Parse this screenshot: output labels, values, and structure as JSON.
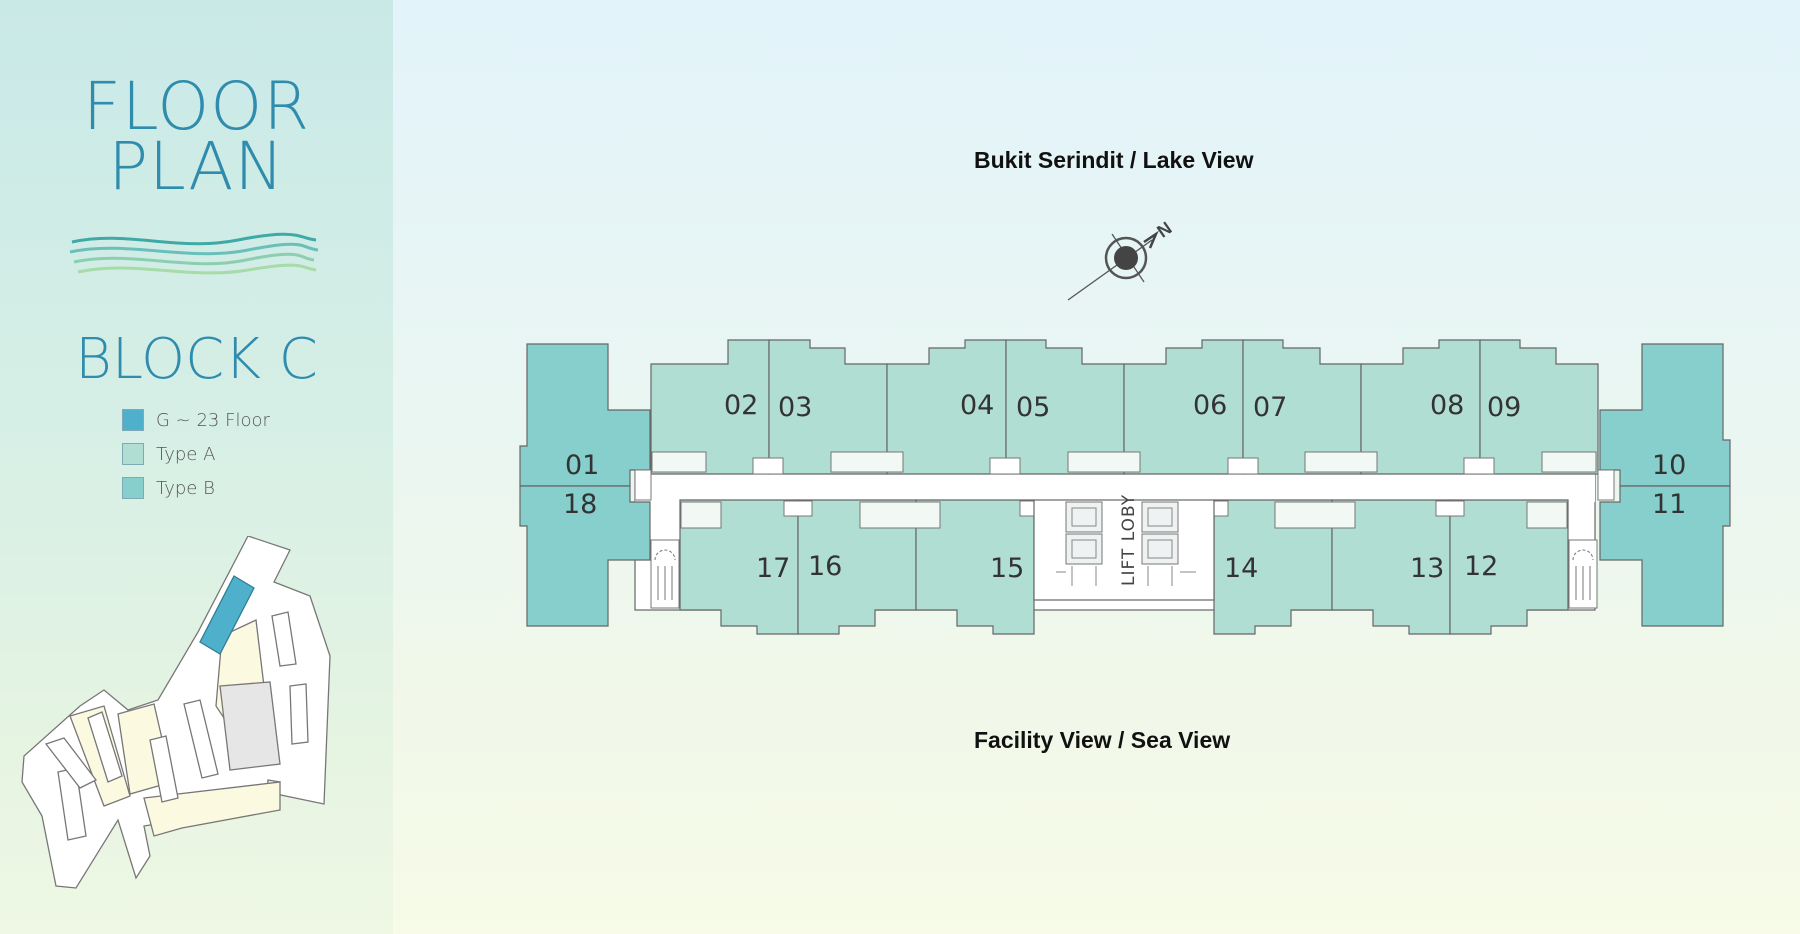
{
  "header": {
    "title_line1": "FLOOR",
    "title_line2": "PLAN",
    "block": "BLOCK C"
  },
  "legend": [
    {
      "label": "G ~ 23 Floor",
      "color": "#4fb0cc"
    },
    {
      "label": "Type A",
      "color": "#b1ded3"
    },
    {
      "label": "Type B",
      "color": "#86cfcc"
    }
  ],
  "views": {
    "top": "Bukit Serindit / Lake View",
    "bottom": "Facility View / Sea View"
  },
  "compass": {
    "label": "N"
  },
  "lobby": {
    "label": "LIFT LOBY"
  },
  "units": {
    "u01": "01",
    "u02": "02",
    "u03": "03",
    "u04": "04",
    "u05": "05",
    "u06": "06",
    "u07": "07",
    "u08": "08",
    "u09": "09",
    "u10": "10",
    "u11": "11",
    "u12": "12",
    "u13": "13",
    "u14": "14",
    "u15": "15",
    "u16": "16",
    "u17": "17",
    "u18": "18"
  },
  "colors": {
    "type_a": "#b1ded3",
    "type_b": "#86cfcc",
    "highlight": "#4fb0cc",
    "title": "#2f8cad"
  }
}
